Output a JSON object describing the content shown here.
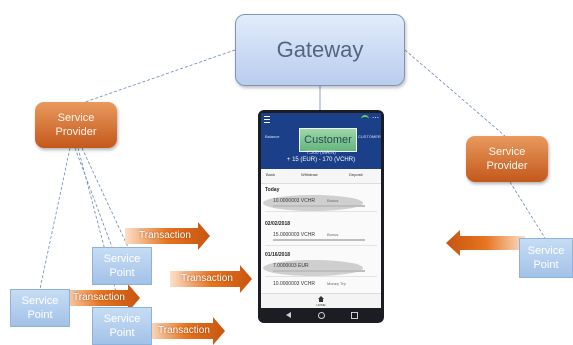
{
  "gateway": {
    "label": "Gateway"
  },
  "providers": [
    {
      "label_line1": "Service",
      "label_line2": "Provider"
    },
    {
      "label_line1": "Service",
      "label_line2": "Provider"
    }
  ],
  "points": [
    {
      "label_line1": "Service",
      "label_line2": "Point"
    },
    {
      "label_line1": "Service",
      "label_line2": "Point"
    },
    {
      "label_line1": "Service",
      "label_line2": "Point"
    },
    {
      "label_line1": "Service",
      "label_line2": "Point"
    }
  ],
  "transactions": [
    {
      "label": "Transaction"
    },
    {
      "label": "Transaction"
    },
    {
      "label": "Transaction"
    },
    {
      "label": "Transaction"
    }
  ],
  "phone": {
    "customer_label": "Customer",
    "header_left": "Balance",
    "header_right": "CUSTOMER",
    "balance_line1": "7.500 (MAIN)",
    "balance_line2": "+ 15 (EUR) - 170 (VCHR)",
    "tabs": [
      "Bank",
      "Withdraw",
      "Deposit"
    ],
    "sections": [
      "Today",
      "02/02/2018",
      "01/16/2018"
    ],
    "rows": [
      {
        "amount": "10.0000003 VCHR",
        "note": "Bonus"
      },
      {
        "amount": "15.0000003 VCHR",
        "note": "Bonus"
      },
      {
        "amount": "7.0000003 EUR",
        "note": ""
      },
      {
        "amount": "10.0000003 VCHR",
        "note": "Money Trp"
      }
    ],
    "nav_label": "HOME"
  },
  "colors": {
    "gateway": "#c9daf4",
    "provider": "#d36a2b",
    "point": "#b4cfee",
    "arrow": "#e6741f",
    "connector": "#6b8ab5"
  }
}
